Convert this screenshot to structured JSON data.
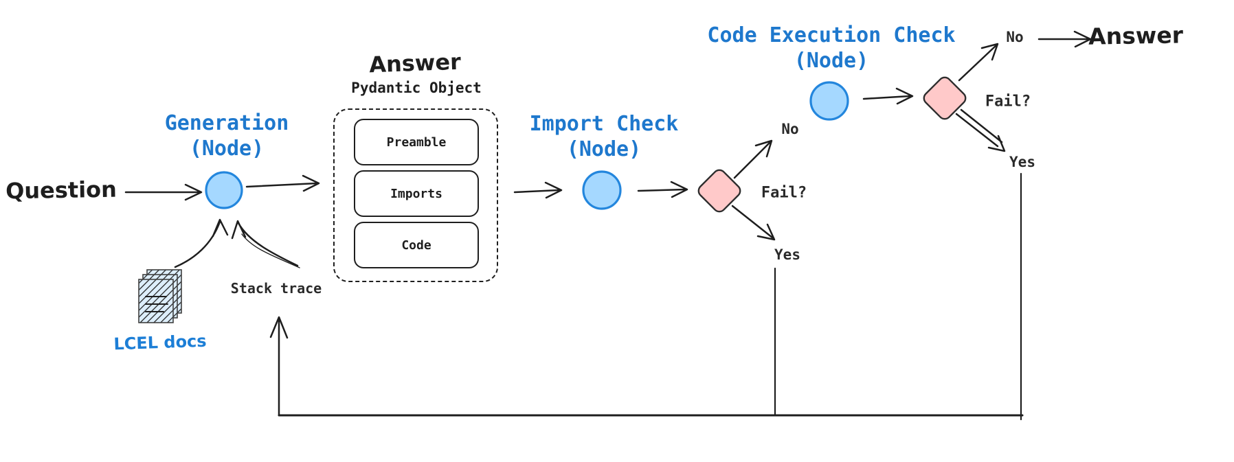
{
  "nodes": {
    "question_label": "Question",
    "generation": {
      "line1": "Generation",
      "line2": "(Node)"
    },
    "answer_object": {
      "title": "Answer",
      "subtitle": "Pydantic Object",
      "fields": [
        "Preamble",
        "Imports",
        "Code"
      ]
    },
    "import_check": {
      "line1": "Import Check",
      "line2": "(Node)"
    },
    "code_execution_check": {
      "line1": "Code Execution Check",
      "line2": "(Node)"
    },
    "final_answer_label": "Answer"
  },
  "decisions": {
    "import_check": {
      "fail": "Fail?",
      "no": "No",
      "yes": "Yes"
    },
    "code_execution": {
      "fail": "Fail?",
      "no": "No",
      "yes": "Yes"
    }
  },
  "annotations": {
    "stack_trace": "Stack trace",
    "lcel_docs": "LCEL docs"
  },
  "icons": {
    "docs": "stacked-documents-icon"
  },
  "colors": {
    "title_blue": "#1e78cd",
    "node_fill": "#a5d8ff",
    "node_stroke": "#2386dd",
    "decision_fill": "#ffc9c9",
    "decision_stroke": "#2e2e2e",
    "ink": "#1e1e1e",
    "doc_fill": "#ddeefb",
    "doc_hatch": "#b3d4ec",
    "link_blue": "#1c7ed6",
    "background": "#ffffff"
  }
}
